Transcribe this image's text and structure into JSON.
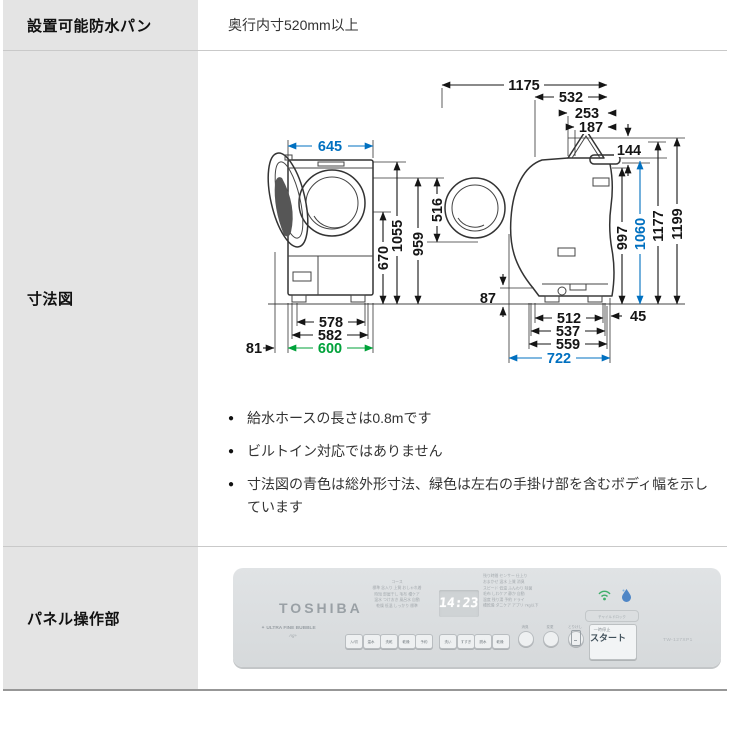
{
  "table": {
    "row1": {
      "label": "設置可能防水パン",
      "value": "奥行内寸520mm以上"
    },
    "row2": {
      "label": "寸法図"
    },
    "row3": {
      "label": "パネル操作部"
    }
  },
  "diagram": {
    "legend_colors": {
      "blue_total_outline": "#0070c0",
      "green_body_width": "#00a23a"
    },
    "dims": {
      "w645": "645",
      "h670": "670",
      "h1055": "1055",
      "h959": "959",
      "d516": "516",
      "w578": "578",
      "w582": "582",
      "w600": "600",
      "w81": "81",
      "d1175": "1175",
      "d532": "532",
      "d253": "253",
      "d187": "187",
      "d144": "144",
      "h997": "997",
      "h1060": "1060",
      "h1177": "1177",
      "h1199": "1199",
      "d512": "512",
      "d537": "537",
      "d559": "559",
      "d722": "722",
      "d45": "45",
      "d87": "87"
    },
    "notes": [
      "給水ホースの長さは0.8mです",
      "ビルトイン対応ではありません",
      "寸法図の青色は総外形寸法、緑色は左右の手掛け部を含むボディ幅を示しています"
    ]
  },
  "panel": {
    "brand": "TOSHIBA",
    "tagline": "✦ ULTRA FINE BUBBLE",
    "tagline_sub": "Ag+",
    "clock": "14:23",
    "micro_left": "コース\n標準  念入り  上質  おしゃれ着\n時短  部屋干し  毛布  槽ケア\n温水  つけおき  風呂水  自動\n乾燥  低温  しっかり  標準",
    "micro_right": "残り時間  センサー  仕上り\nおまかせ  温水  上質  消臭\nスピード  低温  ふんわり  除菌\n毛布  しわケア  静か  自動\n温度  残り湯  予約  ドライ\n槽乾燥  ダニケア  アプリ  7kg以下",
    "buttons": [
      "入/切",
      "温水",
      "洗乾",
      "乾燥",
      "予約",
      "洗い",
      "すすぎ",
      "脱水",
      "乾燥"
    ],
    "round_buttons": [
      "消臭",
      "変更",
      "とりけし"
    ],
    "lock_label": "チャイルドロック",
    "start": {
      "label": "スタート",
      "sub": "一時停止"
    },
    "model": "TW-127XP1"
  }
}
